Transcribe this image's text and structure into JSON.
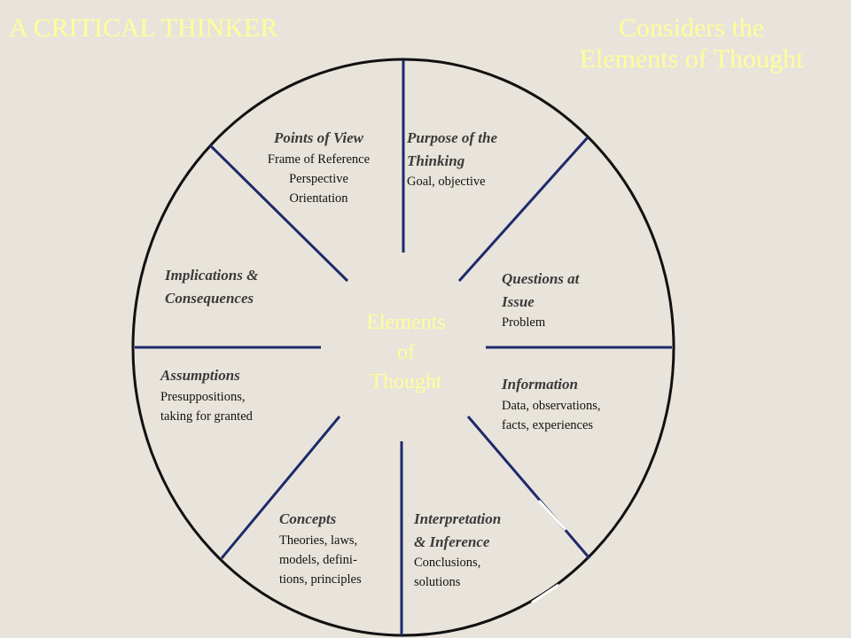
{
  "title": {
    "left": "A CRITICAL THINKER",
    "right_line1": "Considers the",
    "right_line2": "Elements of Thought"
  },
  "center": {
    "line1": "Elements",
    "line2": "of",
    "line3": "Thought"
  },
  "colors": {
    "title": "#ffff99",
    "background": "#e8e4dc",
    "spoke": "#1f2a6b",
    "rim": "#111111"
  },
  "segments": {
    "points_of_view": {
      "heading": "Points of View",
      "lines": [
        "Frame of Reference",
        "Perspective",
        "Orientation"
      ]
    },
    "purpose": {
      "heading_line1": "Purpose of the",
      "heading_line2": "Thinking",
      "lines": [
        "Goal, objective"
      ]
    },
    "questions": {
      "heading_line1": "Questions at",
      "heading_line2": "Issue",
      "lines": [
        "Problem"
      ]
    },
    "information": {
      "heading": "Information",
      "lines": [
        "Data, observations,",
        "facts, experiences"
      ]
    },
    "interpretation": {
      "heading_line1": "Interpretation",
      "heading_line2": "& Inference",
      "lines": [
        "Conclusions,",
        "solutions"
      ]
    },
    "concepts": {
      "heading": "Concepts",
      "lines": [
        "Theories, laws,",
        "models, defini-",
        "tions, principles"
      ]
    },
    "assumptions": {
      "heading": "Assumptions",
      "lines": [
        "Presuppositions,",
        "taking for granted"
      ]
    },
    "implications": {
      "heading_line1": "Implications &",
      "heading_line2": "Consequences"
    }
  }
}
